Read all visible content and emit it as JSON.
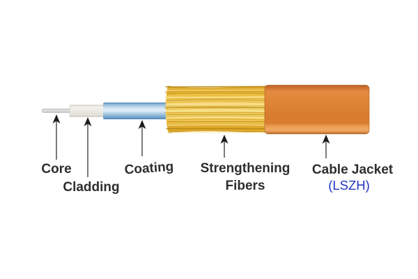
{
  "page": {
    "background": "#ffffff",
    "description": "Fiber optic cable layer diagram"
  },
  "labels": {
    "core": "Core",
    "cladding": "Cladding",
    "coating": "Coating",
    "strengthening_line1": "Strengthening",
    "strengthening_line2": "Fibers",
    "cable_jacket": "Cable Jacket",
    "lszh": "(LSZH)"
  },
  "colors": {
    "label_text": "#2e2e2e",
    "lszh_text": "#2136c0",
    "arrow_head": "#1c1c1c",
    "arrow_stem": "#5a5a5a",
    "core_gray": "#d9d9d9",
    "cladding_white": "#ebe9e3",
    "coating_blue": "#8fbcdc",
    "fiber_gold_dark": "#b98a12",
    "fiber_gold_mid": "#e8b93c",
    "fiber_gold_light": "#f8e49a",
    "fiber_gold_mid2": "#d9a524",
    "jacket_orange": "#dd8334",
    "jacket_orange_light": "#f0aa66",
    "jacket_orange_dark": "#b05c1e"
  }
}
